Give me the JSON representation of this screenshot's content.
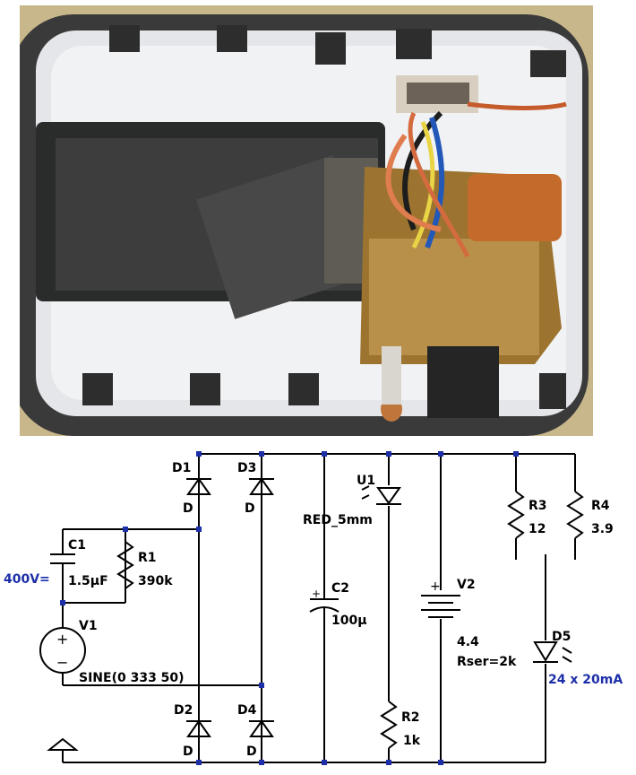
{
  "schematic": {
    "d1": {
      "ref": "D1",
      "type": "D"
    },
    "d2": {
      "ref": "D2",
      "type": "D"
    },
    "d3": {
      "ref": "D3",
      "type": "D"
    },
    "d4": {
      "ref": "D4",
      "type": "D"
    },
    "d5": {
      "ref": "D5",
      "spec": "24 x 20mA"
    },
    "c1": {
      "ref": "C1",
      "value": "1.5µF",
      "voltage": "400V="
    },
    "c2": {
      "ref": "C2",
      "value": "100µ"
    },
    "r1": {
      "ref": "R1",
      "value": "390k"
    },
    "r2": {
      "ref": "R2",
      "value": "1k"
    },
    "r3": {
      "ref": "R3",
      "value": "12"
    },
    "r4": {
      "ref": "R4",
      "value": "3.9"
    },
    "u1": {
      "ref": "U1",
      "value": "RED_5mm"
    },
    "v1": {
      "ref": "V1",
      "value": "SINE(0 333 50)"
    },
    "v2": {
      "ref": "V2",
      "value": "4.4",
      "param": "Rser=2k"
    }
  }
}
